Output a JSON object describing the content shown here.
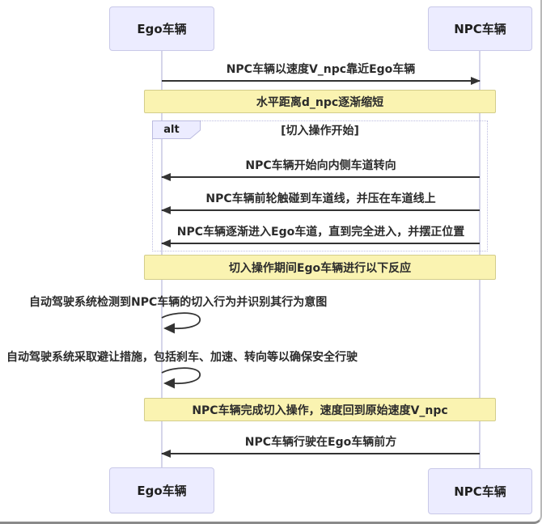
{
  "diagram": {
    "title": "",
    "actors": {
      "ego": "Ego车辆",
      "npc": "NPC车辆"
    },
    "messages": [
      {
        "text": "NPC车辆以速度V_npc靠近Ego车辆",
        "from": "Ego车辆",
        "to": "NPC车辆",
        "arrow": "right"
      },
      {
        "text": "NPC车辆开始向内侧车道转向",
        "from": "NPC车辆",
        "to": "Ego车辆",
        "arrow": "left"
      },
      {
        "text": "NPC车辆前轮触碰到车道线，并压在车道线上",
        "from": "NPC车辆",
        "to": "Ego车辆",
        "arrow": "left"
      },
      {
        "text": "NPC车辆逐渐进入Ego车道，直到完全进入，并摆正位置",
        "from": "NPC车辆",
        "to": "Ego车辆",
        "arrow": "left"
      },
      {
        "text": "NPC车辆行驶在Ego车辆前方",
        "from": "NPC车辆",
        "to": "Ego车辆",
        "arrow": "left"
      }
    ],
    "self_messages": [
      {
        "text": "自动驾驶系统检测到NPC车辆的切入行为并识别其行为意图",
        "actor": "Ego车辆"
      },
      {
        "text": "自动驾驶系统采取避让措施，包括刹车、加速、转向等以确保安全行驶",
        "actor": "Ego车辆"
      }
    ],
    "notes": [
      {
        "text": "水平距离d_npc逐渐缩短"
      },
      {
        "text": "切入操作期间Ego车辆进行以下反应"
      },
      {
        "text": "NPC车辆完成切入操作，速度回到原始速度V_npc"
      }
    ],
    "alt": {
      "operator": "alt",
      "condition": "[切入操作开始]"
    }
  },
  "colors": {
    "actor_fill": "#ececff",
    "actor_border": "#c9c9e8",
    "lifeline": "#d5d5ea",
    "note_fill": "#faf3b1",
    "note_border": "#d3cd8b",
    "alt_border": "#bcbce0",
    "arrow": "#333333",
    "window_right_border": "#b9b9b9",
    "window_bottom_border": "#8a8a8a"
  }
}
